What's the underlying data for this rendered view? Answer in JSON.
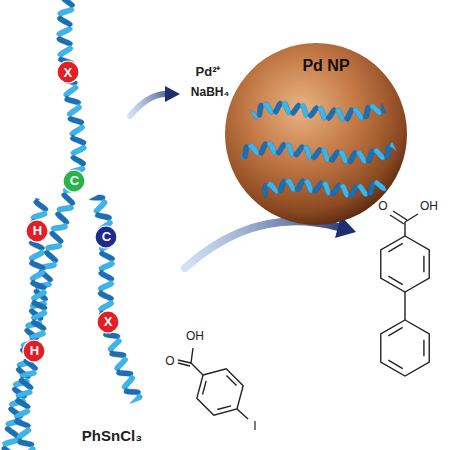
{
  "diagram": {
    "nodes": [
      {
        "text": [
          "X"
        ]
      },
      {
        "text": [
          "C"
        ]
      },
      {
        "text": [
          "H"
        ]
      },
      {
        "text": [
          "C"
        ]
      },
      {
        "text": [
          "X"
        ]
      },
      {
        "text": [
          "H"
        ]
      },
      {
        "text": [
          "Pd NP"
        ]
      }
    ],
    "labels": [
      "Pd²⁺",
      "NaBH₄",
      "O",
      "OH",
      "OH",
      "O",
      "I",
      "PhSnCl₃"
    ]
  }
}
